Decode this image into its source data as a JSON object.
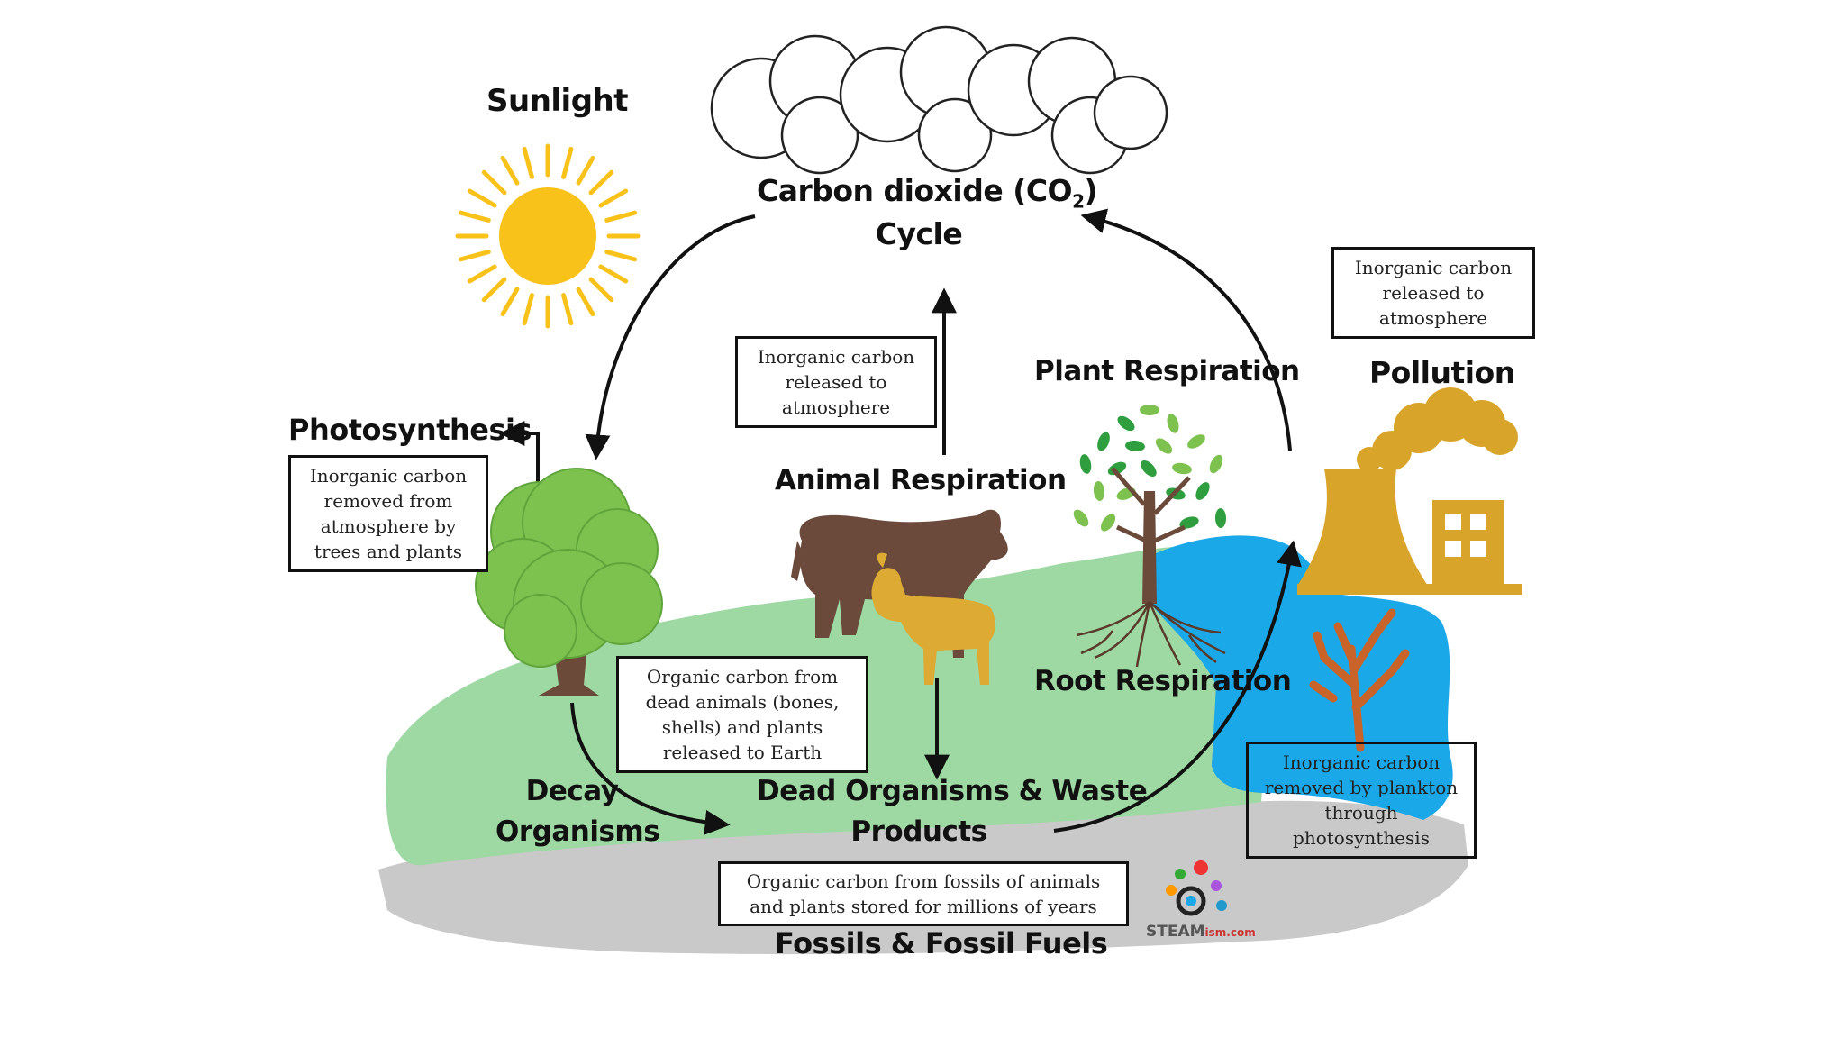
{
  "labels": {
    "sunlight": "Sunlight",
    "co2_prefix": "Carbon dioxide (CO",
    "co2_sub": "2",
    "co2_suffix": ")",
    "cycle": "Cycle",
    "photosynthesis": "Photosynthesis",
    "animal_respiration": "Animal Respiration",
    "plant_respiration": "Plant Respiration",
    "root_respiration": "Root Respiration",
    "pollution": "Pollution",
    "decay_line1": "Decay",
    "decay_line2": "Organisms",
    "dead_line1": "Dead Organisms & Waste",
    "dead_line2": "Products",
    "fossils": "Fossils & Fossil Fuels"
  },
  "boxes": {
    "photosynthesis_info": "Inorganic carbon removed from atmosphere by trees and plants",
    "animal_info": "Inorganic carbon released to atmosphere",
    "pollution_info": "Inorganic carbon released to atmosphere",
    "dead_info": "Organic carbon from dead animals (bones, shells) and plants released to Earth",
    "fossil_info": "Organic carbon from fossils of animals and plants stored for millions of years",
    "plankton_info": "Inorganic carbon removed by plankton through photosynthesis"
  },
  "logo": {
    "brand": "STEAM",
    "suffix": "ism.com"
  },
  "colors": {
    "sun": "#F9C21A",
    "land": "#9ED9A3",
    "ground": "#C9C9C9",
    "water": "#1AA8E8",
    "factory": "#D8A42A",
    "tree_green": "#7DC24E",
    "trunk": "#6B4A3A",
    "cow": "#6B4A3C",
    "goat": "#DDAA33",
    "coral": "#C8642A"
  }
}
